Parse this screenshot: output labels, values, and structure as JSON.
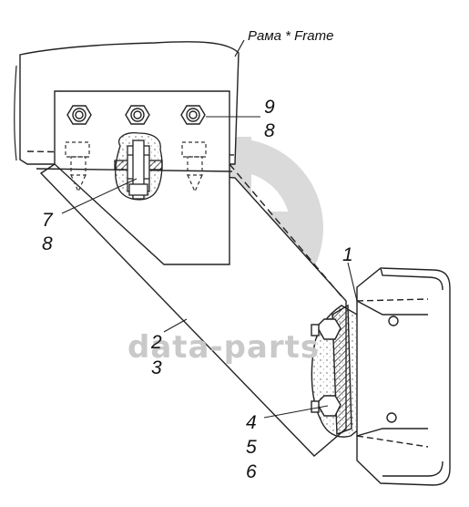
{
  "caption": "Рама * Frame",
  "labels": {
    "l9": "9",
    "l8a": "8",
    "l7": "7",
    "l8b": "8",
    "l1": "1",
    "l2": "2",
    "l3": "3",
    "l4": "4",
    "l5": "5",
    "l6": "6"
  },
  "watermark": {
    "text": "data-parts",
    "color": "#c9c9c9"
  },
  "colors": {
    "line": "#222222",
    "hatch": "#444444"
  }
}
